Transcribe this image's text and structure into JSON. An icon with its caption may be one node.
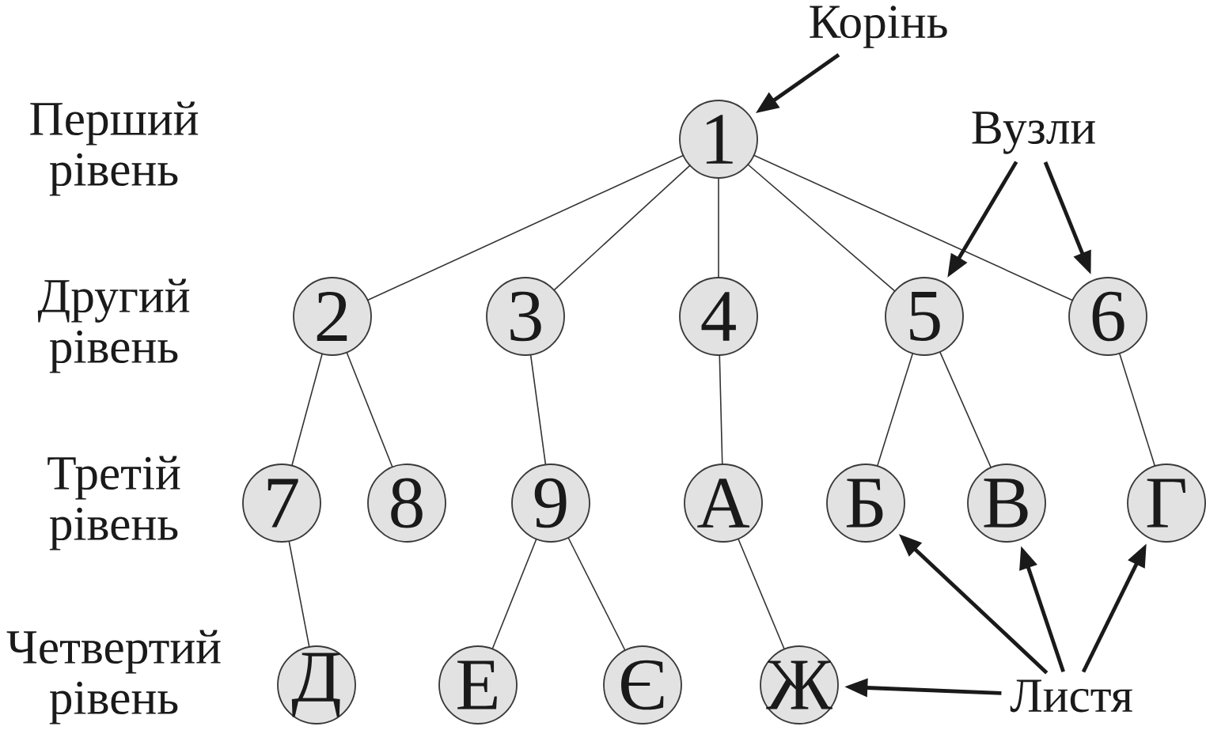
{
  "diagram": {
    "nodes": [
      {
        "text": [
          "Корінь"
        ]
      },
      {
        "text": [
          "1"
        ]
      },
      {
        "text": [
          "Вузли"
        ]
      },
      {
        "text": [
          "2"
        ]
      },
      {
        "text": [
          "3"
        ]
      },
      {
        "text": [
          "4"
        ]
      },
      {
        "text": [
          "5"
        ]
      },
      {
        "text": [
          "6"
        ]
      },
      {
        "text": [
          "7"
        ]
      },
      {
        "text": [
          "8"
        ]
      },
      {
        "text": [
          "9"
        ]
      },
      {
        "text": [
          "А"
        ]
      },
      {
        "text": [
          "Б"
        ]
      },
      {
        "text": [
          "В"
        ]
      },
      {
        "text": [
          "Г"
        ]
      },
      {
        "text": [
          "Д"
        ]
      },
      {
        "text": [
          "Е"
        ]
      },
      {
        "text": [
          "Є"
        ]
      },
      {
        "text": [
          "Ж"
        ]
      },
      {
        "text": [
          "Листя"
        ]
      }
    ],
    "edges": [
      {
        "from": 1,
        "to": 3,
        "arrow": "none"
      },
      {
        "from": 1,
        "to": 4,
        "arrow": "none"
      },
      {
        "from": 1,
        "to": 5,
        "arrow": "none"
      },
      {
        "from": 1,
        "to": 6,
        "arrow": "none"
      },
      {
        "from": 1,
        "to": 7,
        "arrow": "none"
      },
      {
        "from": 3,
        "to": 8,
        "arrow": "none"
      },
      {
        "from": 3,
        "to": 9,
        "arrow": "none"
      },
      {
        "from": 4,
        "to": 10,
        "arrow": "none"
      },
      {
        "from": 5,
        "to": 11,
        "arrow": "none"
      },
      {
        "from": 6,
        "to": 12,
        "arrow": "none"
      },
      {
        "from": 6,
        "to": 13,
        "arrow": "none"
      },
      {
        "from": 7,
        "to": 14,
        "arrow": "none"
      },
      {
        "from": 8,
        "to": 15,
        "arrow": "none"
      },
      {
        "from": 10,
        "to": 16,
        "arrow": "none"
      },
      {
        "from": 10,
        "to": 17,
        "arrow": "none"
      },
      {
        "from": 11,
        "to": 18,
        "arrow": "none"
      },
      {
        "from": 0,
        "to": 1,
        "arrow": "to",
        "style": "thick"
      },
      {
        "from": 2,
        "to": 6,
        "arrow": "to",
        "style": "thick"
      },
      {
        "from": 2,
        "to": 7,
        "arrow": "to",
        "style": "thick"
      },
      {
        "from": 19,
        "to": 12,
        "arrow": "to",
        "style": "thick"
      },
      {
        "from": 19,
        "to": 13,
        "arrow": "to",
        "style": "thick"
      },
      {
        "from": 19,
        "to": 14,
        "arrow": "to",
        "style": "thick"
      },
      {
        "from": 19,
        "to": 18,
        "arrow": "to",
        "style": "thick"
      }
    ],
    "labels": [
      "Перший рівень",
      "Другий рівень",
      "Третій рівень",
      "Четвертий рівень"
    ]
  }
}
